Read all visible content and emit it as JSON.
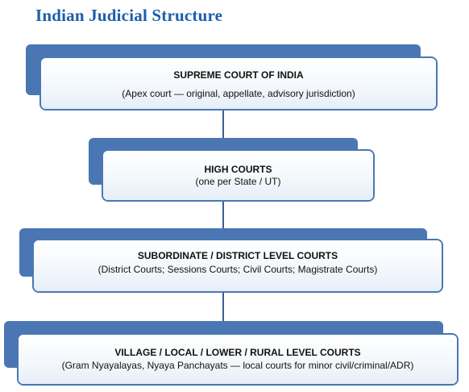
{
  "title": "Indian Judicial Structure",
  "colors": {
    "accent": "#4a77b4",
    "title": "#1e5ea8",
    "connector": "#3d5f8f"
  },
  "levels": [
    {
      "name": "SUPREME COURT OF INDIA",
      "description": "(Apex court — original, appellate, advisory jurisdiction)"
    },
    {
      "name": "HIGH COURTS",
      "description": "(one per State / UT)"
    },
    {
      "name": "SUBORDINATE / DISTRICT LEVEL COURTS",
      "description": "(District Courts; Sessions Courts; Civil Courts; Magistrate Courts)"
    },
    {
      "name": "VILLAGE / LOCAL / LOWER / RURAL LEVEL COURTS",
      "description": "(Gram Nyayalayas, Nyaya Panchayats — local courts for minor civil/criminal/ADR)"
    }
  ]
}
